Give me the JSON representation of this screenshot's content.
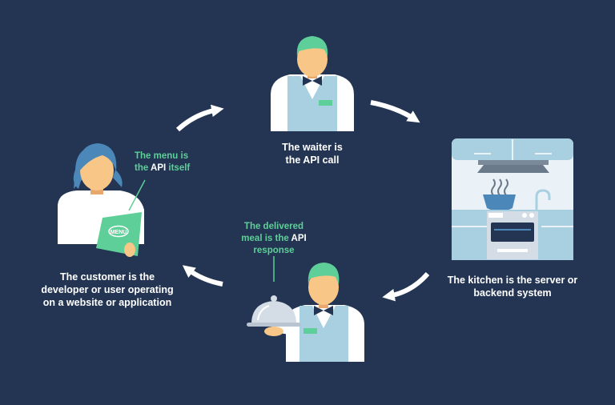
{
  "colors": {
    "background": "#233552",
    "skin": "#f8c687",
    "accent_green": "#5ecf98",
    "uniform": "#a8d0e0",
    "hair_customer": "#4b88b9",
    "hair_waiter": "#5ecf98"
  },
  "waiter_label": {
    "line1": "The waiter is",
    "line2": "the API call"
  },
  "kitchen_label": {
    "line1": "The kitchen is the server or",
    "line2": "backend system"
  },
  "customer_label": {
    "line1": "The customer is the",
    "line2": "developer or user operating",
    "line3": "on a website or application"
  },
  "menu_note": {
    "part1": "The menu is",
    "part2": "the ",
    "api": "API",
    "part3": " itself"
  },
  "response_note": {
    "part1": "The delivered",
    "part2": "meal is the ",
    "api": "API",
    "part3": "response"
  },
  "menu_card_text": "MENU",
  "icons": [
    "waiter-icon",
    "kitchen-icon",
    "customer-icon",
    "serving-waiter-icon",
    "menu-icon",
    "cloche-icon",
    "arrow-icon"
  ]
}
